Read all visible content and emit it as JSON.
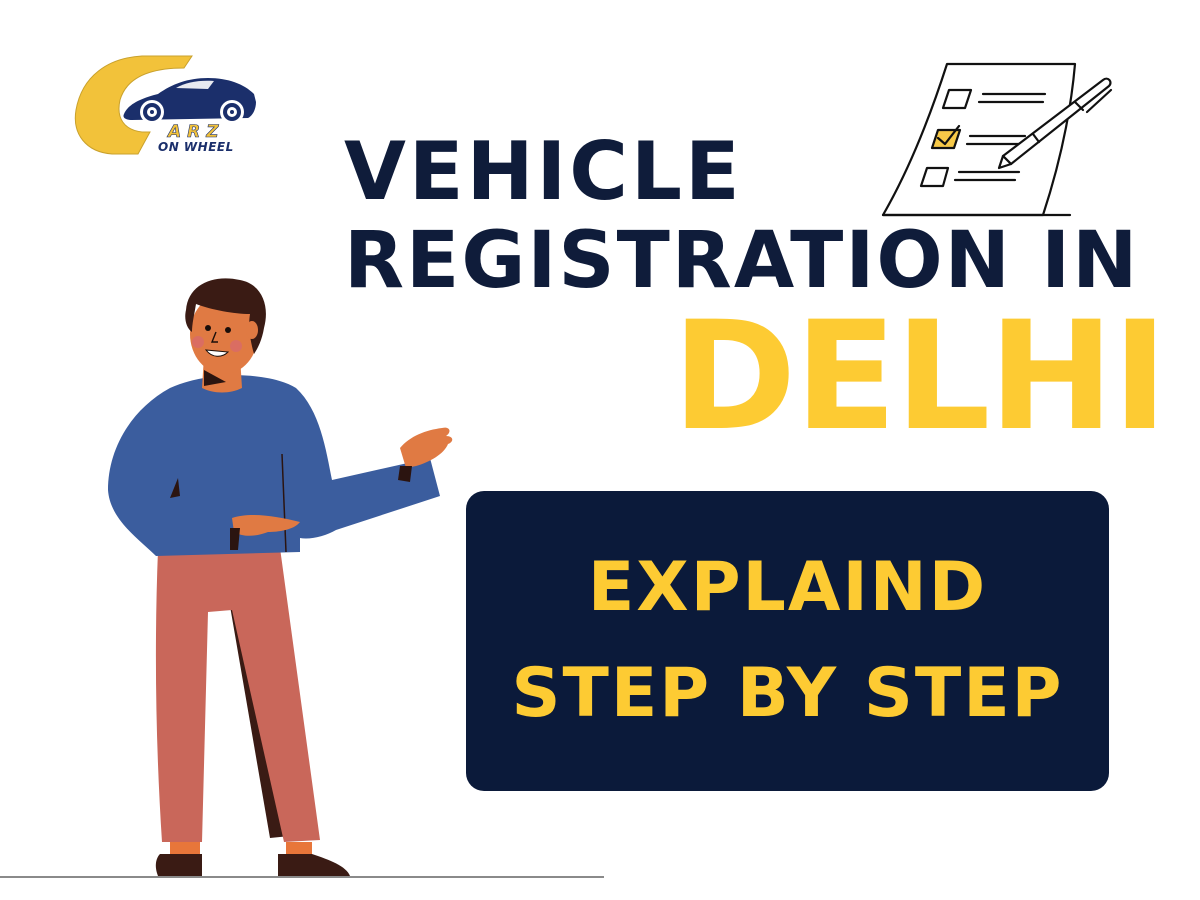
{
  "logo": {
    "brand_letter": "C",
    "brand_rest": "ARZ",
    "tagline": "ON WHEEL",
    "icon": "car-icon",
    "colors": {
      "yellow": "#f2c23a",
      "navy": "#1b2f6b"
    }
  },
  "headline": {
    "line1": "VEHICLE",
    "line2": "REGISTRATION IN",
    "highlight": "DELHI"
  },
  "cta": {
    "line1": "EXPLAIND",
    "line2": "STEP BY STEP"
  },
  "illustrations": {
    "checklist": "checklist-with-pen-icon",
    "person": "presenting-man-illustration"
  },
  "colors": {
    "navy": "#0f1c3a",
    "box_navy": "#0b1a3a",
    "yellow": "#fdcb33",
    "background": "#ffffff"
  }
}
